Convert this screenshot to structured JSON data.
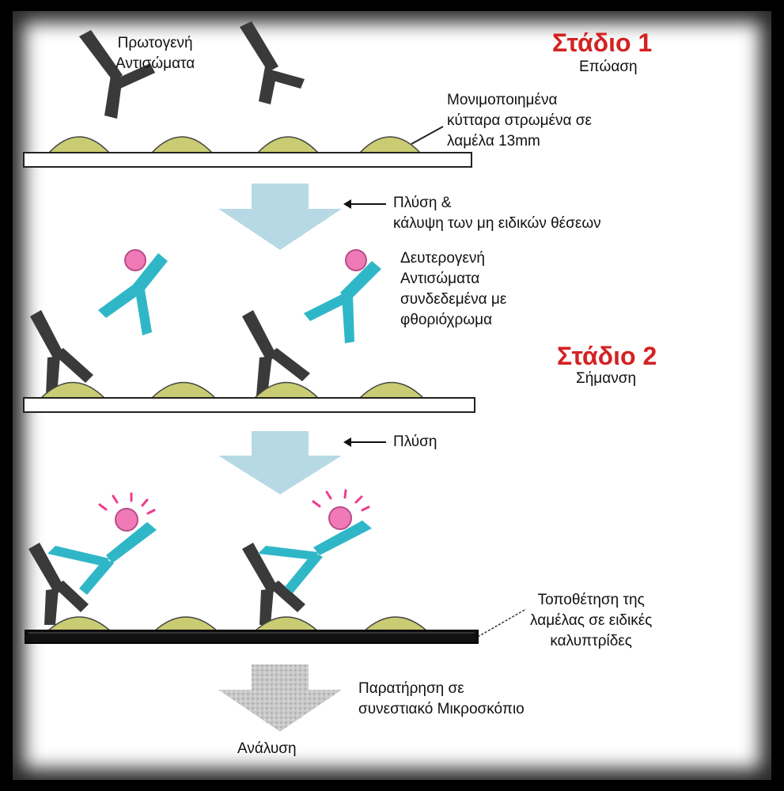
{
  "stage1": {
    "title": "Στάδιο 1",
    "subtitle": "Επώαση"
  },
  "stage2": {
    "title": "Στάδιο 2",
    "subtitle": "Σήμανση"
  },
  "labels": {
    "primary_antibodies": [
      "Πρωτογενή",
      "Αντισώματα"
    ],
    "fixed_cells": [
      "Μονιμοποιημένα",
      "κύτταρα στρωμένα σε",
      "λαμέλα 13mm"
    ],
    "wash_block": [
      "Πλύση &",
      "κάλυψη των μη ειδικών θέσεων"
    ],
    "secondary_antibodies": [
      "Δευτερογενή",
      "Αντισώματα",
      "συνδεδεμένα με",
      "φθοριόχρωμα"
    ],
    "wash": "Πλύση",
    "mounting": [
      "Τοποθέτηση της",
      "λαμέλας σε ειδικές",
      "καλυπτρίδες"
    ],
    "observation": [
      "Παρατήρηση σε",
      "συνεστιακό Μικροσκόπιο"
    ],
    "analysis": "Ανάλυση"
  },
  "colors": {
    "stage_title": "#d42222",
    "primary_antibody": "#3a3a3a",
    "secondary_antibody": "#2fb7c8",
    "fluorophore": "#f07ab8",
    "cell": "#c9cc72",
    "arrow": "#b7d9e6",
    "final_arrow": "#bdbdbd"
  }
}
